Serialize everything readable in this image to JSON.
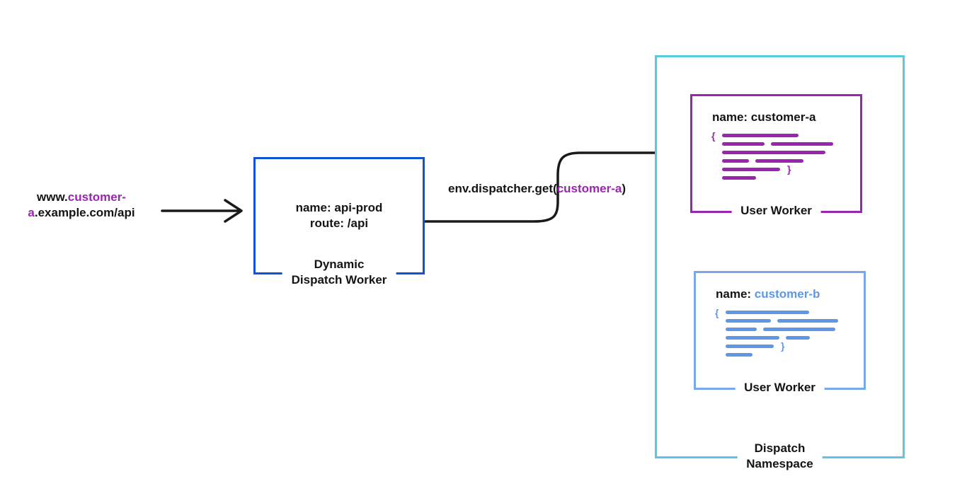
{
  "colors": {
    "ink": "#141414",
    "purple": "#9A25B1",
    "blue": "#1152D6",
    "cornflower": "#79A7EC",
    "cornflower_text": "#5E97E8",
    "cyan": "#5AC8E4",
    "arrow": "#1A1A1A"
  },
  "request_url": {
    "line1_black": "www.",
    "line1_purple": "customer-",
    "line2_purple": "a",
    "line2_black": ".example.com/api"
  },
  "dispatch_worker": {
    "name_line": "name: api-prod",
    "route_line": "route: /api",
    "caption_line1": "Dynamic",
    "caption_line2": "Dispatch Worker"
  },
  "dispatcher_call": {
    "prefix": "env.dispatcher.get(",
    "argument": "customer-a",
    "suffix": ")"
  },
  "namespace": {
    "caption_line1": "Dispatch",
    "caption_line2": "Namespace",
    "workers": [
      {
        "name_prefix": "name: ",
        "name_value": "customer-a",
        "caption": "User Worker"
      },
      {
        "name_prefix": "name: ",
        "name_value": "customer-b",
        "caption": "User Worker"
      }
    ]
  },
  "code_glyphs": {
    "open_brace": "{",
    "close_brace": "}"
  }
}
